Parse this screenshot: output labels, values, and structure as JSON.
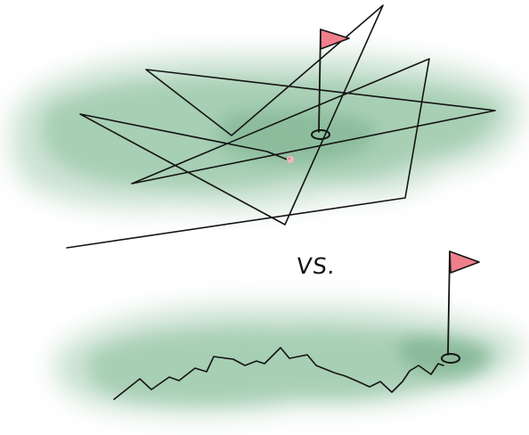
{
  "label": "VS.",
  "colors": {
    "grass": "#8cc09c",
    "grass_dark": "#5c9a72",
    "line": "#141414",
    "flag": "#f07f8c",
    "ball": "#f3b7b7"
  },
  "scenes": [
    {
      "name": "chaotic-path",
      "icons": [
        "grass-patch-icon",
        "flag-icon",
        "hole-icon",
        "ball-icon"
      ]
    },
    {
      "name": "steady-path",
      "icons": [
        "grass-patch-icon",
        "flag-icon",
        "hole-icon"
      ]
    }
  ]
}
